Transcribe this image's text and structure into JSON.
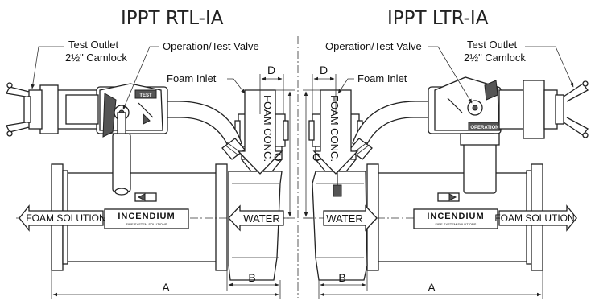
{
  "titles": {
    "left": "IPPT RTL-IA",
    "right": "IPPT LTR-IA"
  },
  "callouts": {
    "test_outlet_line1": "Test Outlet",
    "test_outlet_line2": "2½\" Camlock",
    "operation_test_valve": "Operation/Test Valve",
    "foam_inlet": "Foam Inlet"
  },
  "flow_labels": {
    "foam_solution": "FOAM SOLUTION",
    "water": "WATER",
    "foam_conc": "FOAM CONC."
  },
  "dimensions": {
    "a": "A",
    "b": "B",
    "c": "C",
    "d": "D"
  },
  "plate_labels": {
    "operation": "OPERATION",
    "test": "TEST"
  },
  "logo": {
    "name": "INCENDIUM",
    "tagline": "FIRE SYSTEM SOLUTIONS"
  }
}
